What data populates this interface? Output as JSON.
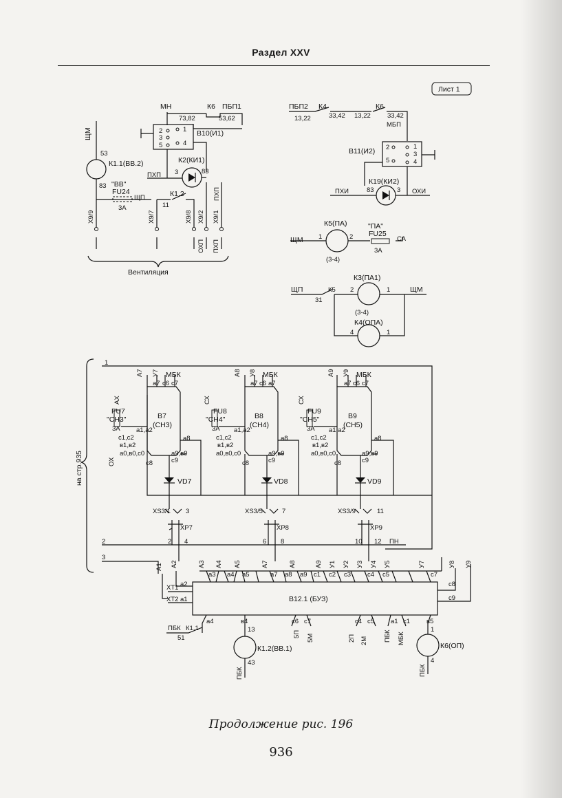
{
  "header": {
    "section_title": "Раздел XXV"
  },
  "sheet_label": "Лист 1",
  "caption": "Продолжение рис. 196",
  "page_number": "936",
  "labels": {
    "mn": "МН",
    "k6": "К6",
    "pbp1": "ПБП1",
    "n7382": "73,82",
    "n5362": "53,62",
    "b10": "В10(И1)",
    "pin2": "2",
    "pin3": "3",
    "pin5": "5",
    "pin1": "1",
    "pin4": "4",
    "shm": "ЩМ",
    "n53": "53",
    "k11": "К1.1(ВВ.2)",
    "n83": "83",
    "k2": "К2(КИ1)",
    "phpa": "ПХП",
    "n3": "3",
    "n83b": "83",
    "bb": "\"ВВ\"",
    "fu24": "FU24",
    "shp": "ЩП",
    "a3": "3А",
    "k12": "К1.2",
    "n11": "11",
    "x99": "Х9/9",
    "x97": "Х9/7",
    "x98": "Х9/8",
    "x92": "Х9/2",
    "x91": "Х9/1",
    "phpb": "ПХП",
    "ohp": "ОХП",
    "phpc": "ПХП",
    "ventilation": "Вентиляция",
    "pbp2": "ПБП2",
    "k4": "К4",
    "k6b": "К6",
    "n1322": "13,22",
    "n3342": "33,42",
    "n1322b": "13,22",
    "n3342b": "33,42",
    "mbp": "МБП",
    "b11": "В11(И2)",
    "phi": "ПХИ",
    "ohi": "ОХИ",
    "k19": "К19(КИ2)",
    "n83c": "83",
    "n3b": "3",
    "k5": "К5(ПА)",
    "shm2": "ЩМ",
    "n1": "1",
    "n2": "2",
    "pa": "\"ПА\"",
    "fu25": "FU25",
    "sa": "СА",
    "a3b": "3А",
    "n34": "(3-4)",
    "k3": "К3(ПА1)",
    "shp2": "ЩП",
    "k5b": "К5",
    "n31": "31",
    "shm3": "ЩМ",
    "n34b": "(3-4)",
    "k4opa": "К4(ОПА)",
    "on_page": "на стр.935",
    "b7": "В7",
    "ch3": "(СН3)",
    "b8": "В8",
    "ch4": "(СН4)",
    "b9": "В9",
    "ch5": "(СН5)",
    "fu7": "FU7",
    "fu7n": "\"СН3\"",
    "fu8": "FU8",
    "fu8n": "\"СН4\"",
    "fu9": "FU9",
    "fu9n": "\"СН5\"",
    "ax": "АХ",
    "cx": "СХ",
    "cx2": "СХ",
    "ox": "ОХ",
    "mbk": "МБК",
    "vd7": "VD7",
    "vd8": "VD8",
    "vd9": "VD9",
    "xs31": "XS3/1",
    "xs35": "XS3/5",
    "xs39": "XS3/9",
    "xp7": "ХР7",
    "xp8": "ХР8",
    "xp9": "ХР9",
    "pn": "ПН",
    "b12": "В12.1 (БУЗ)",
    "xt1": "ХТ1",
    "xt2": "ХТ2",
    "pbk": "ПБК",
    "k11b": "К1.1",
    "n51": "51",
    "k12b": "К1.2(ВВ.1)",
    "n13": "13",
    "n43": "43",
    "pbk2": "ПБК",
    "k6op": "К6(ОП)",
    "pbk3": "ПБК",
    "mbk2": "МБК",
    "pbk4": "ПБК"
  }
}
